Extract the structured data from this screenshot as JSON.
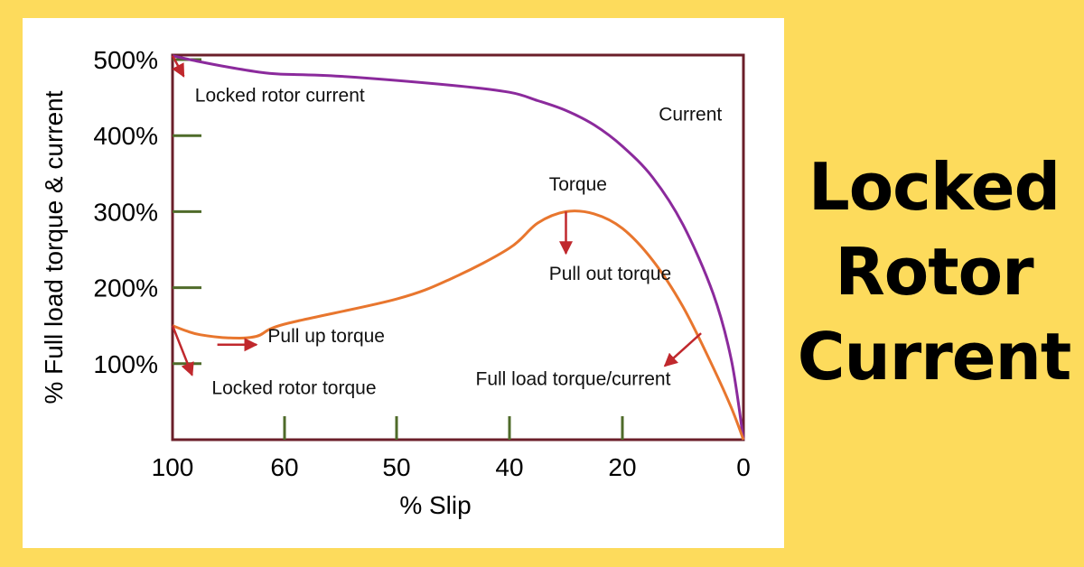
{
  "page": {
    "background_color": "#fddb5c"
  },
  "headline": {
    "lines": [
      "Locked",
      "Rotor",
      "Current"
    ]
  },
  "chart_data": {
    "type": "line",
    "xlabel": "% Slip",
    "ylabel": "% Full load torque & current",
    "x_tick_labels": [
      "100",
      "60",
      "50",
      "40",
      "20",
      "0"
    ],
    "y_tick_labels": [
      "500%",
      "400%",
      "300%",
      "200%",
      "100%"
    ],
    "y_ticks": [
      500,
      400,
      300,
      200,
      100
    ],
    "ylim": [
      0,
      500
    ],
    "grid": false,
    "series": [
      {
        "name": "Current",
        "color": "#8b2a9c",
        "points": [
          [
            100,
            505
          ],
          [
            90,
            497
          ],
          [
            80,
            490
          ],
          [
            70,
            484
          ],
          [
            62,
            481
          ],
          [
            55,
            478
          ],
          [
            45,
            466
          ],
          [
            40,
            457
          ],
          [
            35,
            446
          ],
          [
            30,
            433
          ],
          [
            25,
            414
          ],
          [
            20,
            386
          ],
          [
            15,
            345
          ],
          [
            10,
            283
          ],
          [
            5,
            192
          ],
          [
            2,
            105
          ],
          [
            0,
            0
          ]
        ]
      },
      {
        "name": "Torque",
        "color": "#e8762e",
        "points": [
          [
            100,
            150
          ],
          [
            95,
            143
          ],
          [
            90,
            138
          ],
          [
            80,
            134
          ],
          [
            70,
            136
          ],
          [
            60,
            152
          ],
          [
            50,
            185
          ],
          [
            45,
            213
          ],
          [
            40,
            252
          ],
          [
            35,
            285
          ],
          [
            30,
            300
          ],
          [
            25,
            297
          ],
          [
            20,
            278
          ],
          [
            15,
            236
          ],
          [
            10,
            175
          ],
          [
            5,
            95
          ],
          [
            2,
            42
          ],
          [
            0,
            0
          ]
        ]
      }
    ],
    "annotations": [
      {
        "text": "Locked rotor current",
        "x": 92,
        "y": 445
      },
      {
        "text": "Current",
        "x": 14,
        "y": 420
      },
      {
        "text": "Torque",
        "x": 33,
        "y": 328
      },
      {
        "text": "Pull out torque",
        "x": 33,
        "y": 210
      },
      {
        "text": "Pull up torque",
        "x": 66,
        "y": 128
      },
      {
        "text": "Locked rotor torque",
        "x": 86,
        "y": 60
      },
      {
        "text": "Full load torque/current",
        "x": 43,
        "y": 72
      }
    ],
    "arrows": [
      {
        "from": [
          100,
          505
        ],
        "to": [
          96,
          478
        ]
      },
      {
        "from": [
          30,
          300
        ],
        "to": [
          30,
          245
        ]
      },
      {
        "from": [
          84,
          125
        ],
        "to": [
          70,
          125
        ]
      },
      {
        "from": [
          100,
          150
        ],
        "to": [
          93,
          85
        ]
      },
      {
        "from": [
          7,
          140
        ],
        "to": [
          13,
          97
        ]
      }
    ]
  }
}
